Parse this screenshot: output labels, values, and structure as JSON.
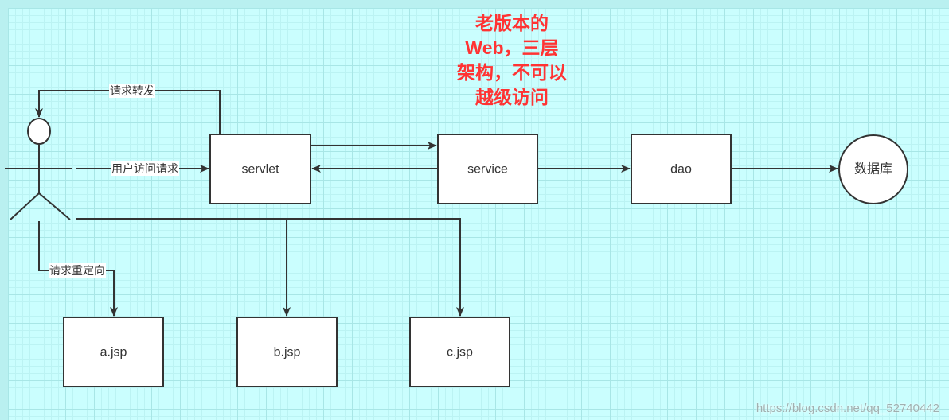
{
  "title": {
    "lines": [
      "老版本的",
      "Web，三层",
      "架构，不可以",
      "越级访问"
    ]
  },
  "nodes": {
    "servlet": "servlet",
    "service": "service",
    "dao": "dao",
    "database": "数据库",
    "a_jsp": "a.jsp",
    "b_jsp": "b.jsp",
    "c_jsp": "c.jsp"
  },
  "edges": {
    "forward": "请求转发",
    "user_request": "用户访问请求",
    "redirect": "请求重定向"
  },
  "watermark": "https://blog.csdn.net/qq_52740442",
  "colors": {
    "title": "#ff3333",
    "stroke": "#333333",
    "node_fill": "#ffffff",
    "canvas": "#cafefe"
  }
}
